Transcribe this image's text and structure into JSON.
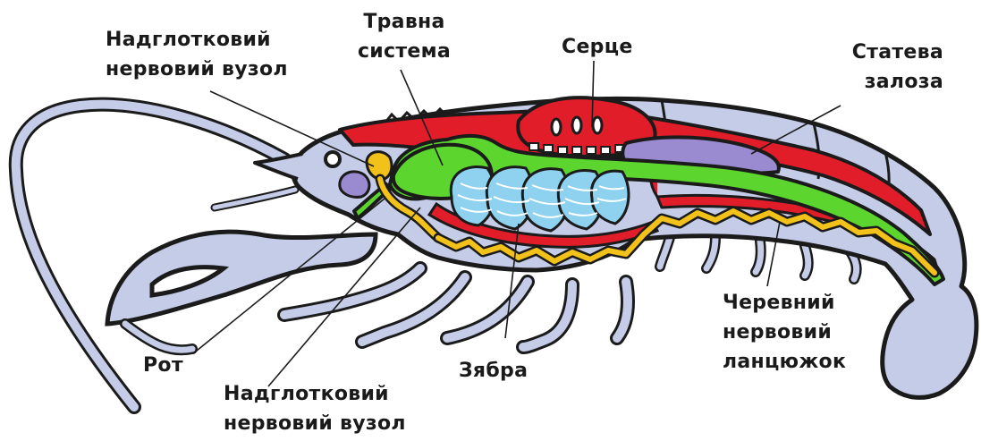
{
  "labels": {
    "supraesophageal_top": [
      "Надглотковий",
      "нервовий вузол"
    ],
    "digestive_system": [
      "Травна",
      "система"
    ],
    "heart": "Серце",
    "gonad": [
      "Статева",
      "залоза"
    ],
    "mouth": "Рот",
    "supraesophageal_bottom": [
      "Надглотковий",
      "нервовий вузол"
    ],
    "gill": "Зябра",
    "ventral_nerve_cord": [
      "Черевний",
      "нервовий",
      "ланцюжок"
    ]
  },
  "colors": {
    "body": "#c4cce8",
    "outline": "#1b1b1b",
    "digestive": "#5cd62e",
    "heart": "#e11d2a",
    "nerve": "#f2c21a",
    "gonad": "#9a8ad0",
    "gill": "#8fd2ef",
    "gill_stripe": "#ffffff"
  }
}
